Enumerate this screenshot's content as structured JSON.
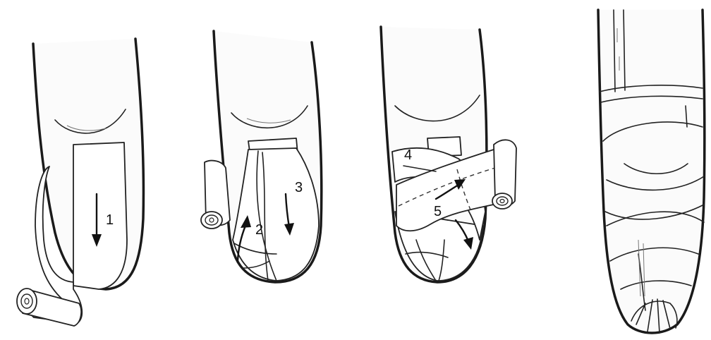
{
  "panels": [
    {
      "steps": [
        "1"
      ]
    },
    {
      "steps": [
        "2",
        "3"
      ]
    },
    {
      "steps": [
        "4",
        "5"
      ]
    },
    {
      "steps": []
    }
  ]
}
